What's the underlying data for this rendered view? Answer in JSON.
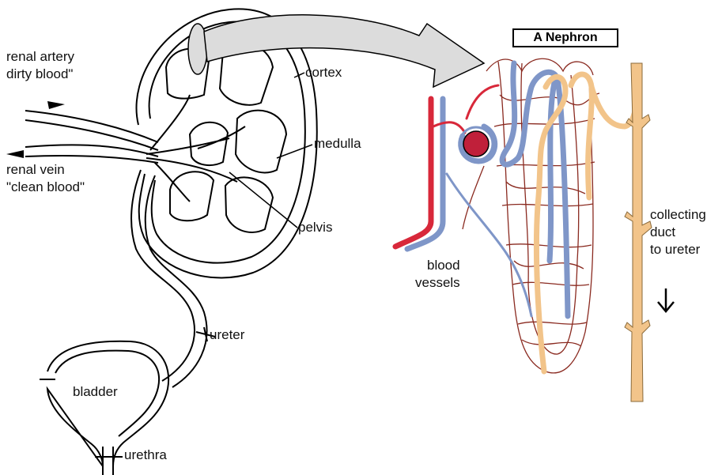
{
  "title": "A Nephron",
  "labels": {
    "renal_artery_1": "renal artery",
    "renal_artery_2": "dirty blood\"",
    "renal_vein_1": "renal vein",
    "renal_vein_2": "\"clean blood\"",
    "cortex": "cortex",
    "medulla": "medulla",
    "pelvis": "pelvis",
    "ureter": "ureter",
    "bladder": "bladder",
    "urethra": "urethra",
    "blood_vessels_1": "blood",
    "blood_vessels_2": "vessels",
    "collecting_1": "collecting",
    "collecting_2": "duct",
    "collecting_3": "to ureter"
  },
  "colors": {
    "artery": "#d8283a",
    "vein": "#7f96c8",
    "tubule": "#f2c48a",
    "capillary": "#8a2a20",
    "arrow_fill": "#dcdcdc",
    "outline": "#000000"
  }
}
